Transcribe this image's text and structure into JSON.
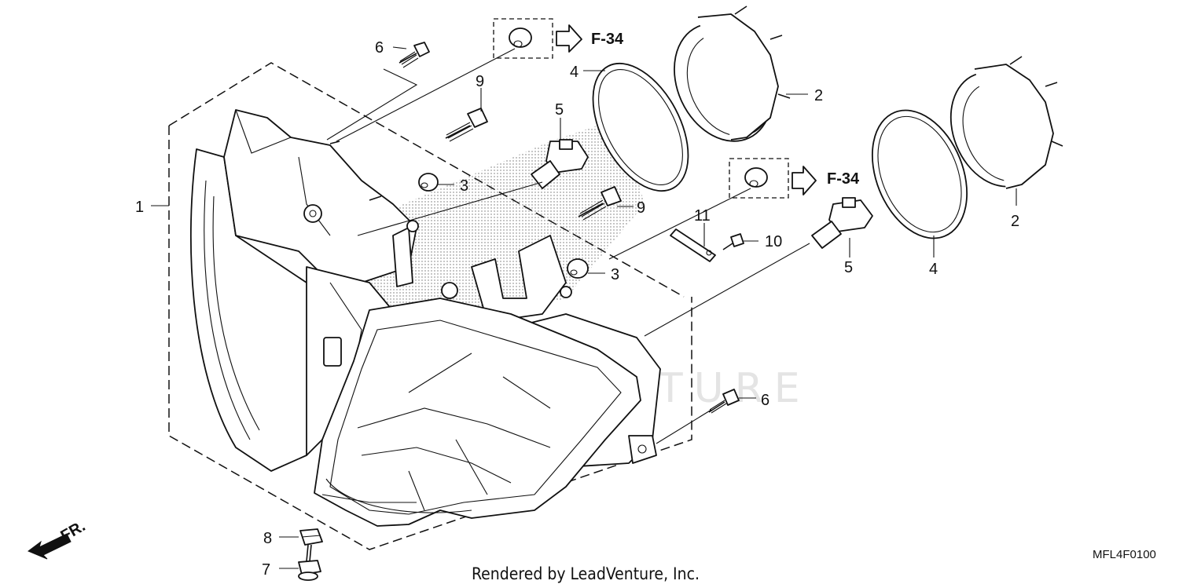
{
  "callouts": {
    "c1": "1",
    "c2a": "2",
    "c2b": "2",
    "c3a": "3",
    "c3b": "3",
    "c4a": "4",
    "c4b": "4",
    "c5a": "5",
    "c5b": "5",
    "c6a": "6",
    "c6b": "6",
    "c7": "7",
    "c8": "8",
    "c9a": "9",
    "c9b": "9",
    "c10": "10",
    "c11": "11"
  },
  "references": {
    "ref1": "F-34",
    "ref2": "F-34"
  },
  "direction_label": "FR.",
  "diagram_code": "MFL4F0100",
  "credit": "Rendered by LeadVenture, Inc.",
  "watermark": "LEADVENTURE"
}
